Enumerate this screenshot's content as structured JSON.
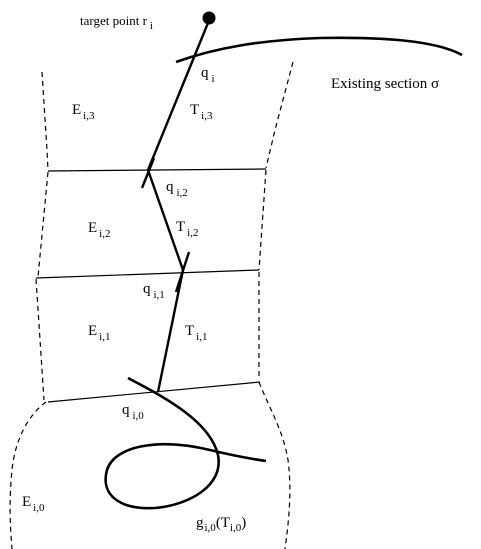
{
  "labels": {
    "target_point": "target point r",
    "target_point_sub": "i",
    "existing_section": "Existing section σ",
    "q_i": "q",
    "q_i_sub": "i",
    "q_i2": "q",
    "q_i2_sub": "i,2",
    "q_i1": "q",
    "q_i1_sub": "i,1",
    "q_i0": "q",
    "q_i0_sub": "i,0",
    "E_i3": "E",
    "E_i3_sub": "i,3",
    "E_i2": "E",
    "E_i2_sub": "i,2",
    "E_i1": "E",
    "E_i1_sub": "i,1",
    "E_i0": "E",
    "E_i0_sub": "i,0",
    "T_i3": "T",
    "T_i3_sub": "i,3",
    "T_i2": "T",
    "T_i2_sub": "i,2",
    "T_i1": "T",
    "T_i1_sub": "i,1",
    "g_i0": "g",
    "g_i0_sub": "i,0",
    "g_i0_arg_open": "(T",
    "g_i0_arg_sub": "i,0",
    "g_i0_arg_close": ")"
  },
  "colors": {
    "stroke": "#000000",
    "background": "#ffffff"
  }
}
